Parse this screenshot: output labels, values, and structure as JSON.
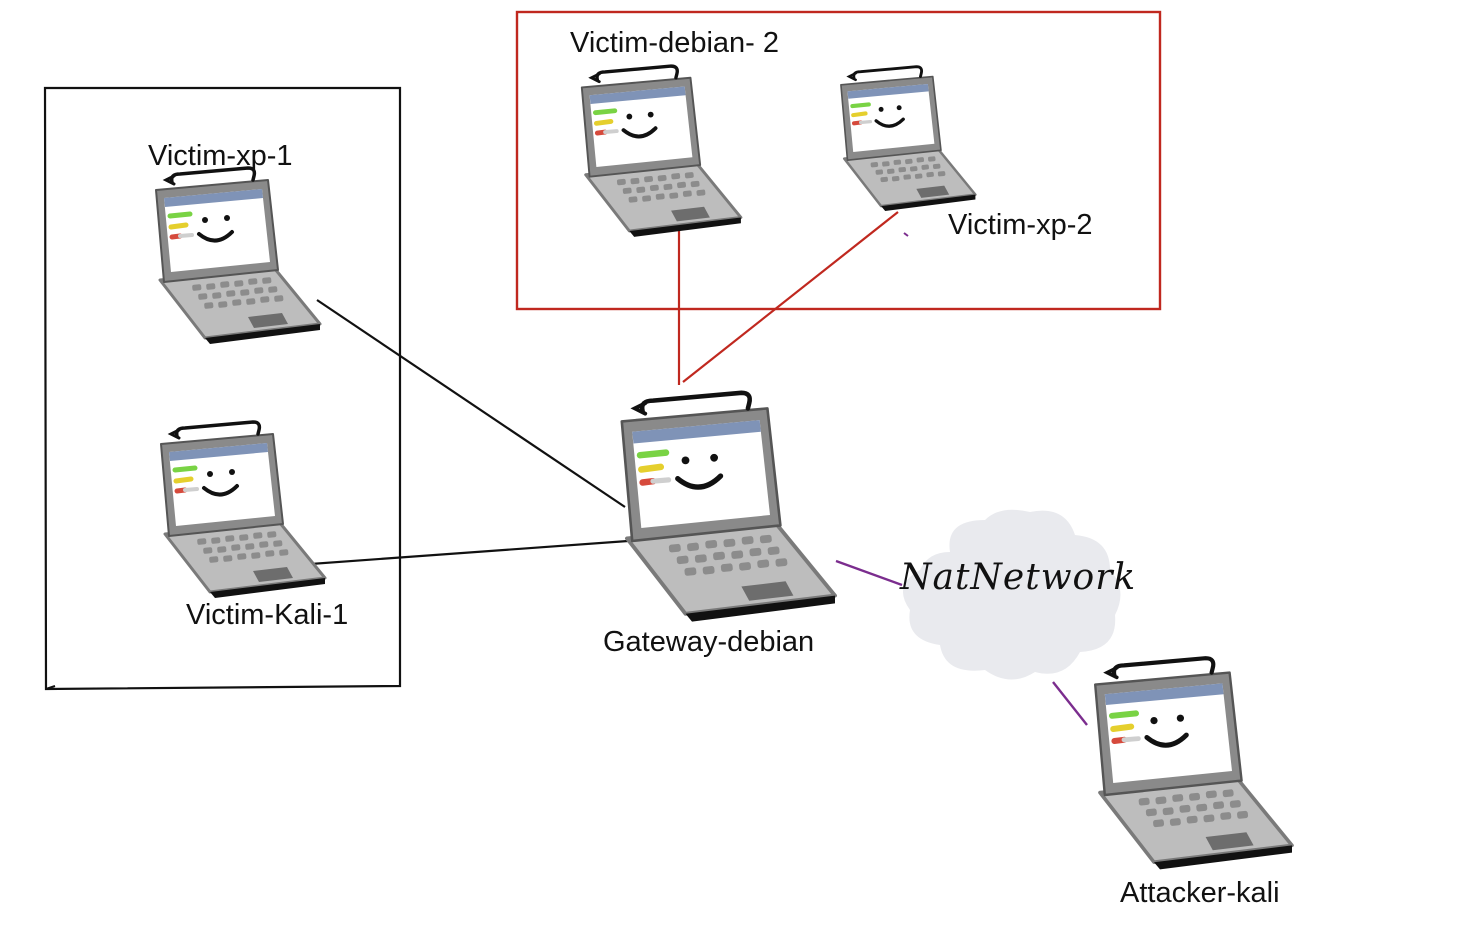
{
  "nodes": {
    "victim_xp_1": {
      "label": "Victim-xp-1"
    },
    "victim_kali_1": {
      "label": "Victim-Kali-1"
    },
    "victim_debian_2": {
      "label": "Victim-debian- 2"
    },
    "victim_xp_2": {
      "label": "Victim-xp-2"
    },
    "gateway_debian": {
      "label": "Gateway-debian"
    },
    "attacker_kali": {
      "label": "Attacker-kali"
    }
  },
  "cloud": {
    "label": "NatNetwork"
  },
  "colors": {
    "left_group_border": "#111111",
    "top_group_border": "#c0281f",
    "left_links": "#111111",
    "top_links": "#c0281f",
    "nat_links": "#7b2d8e",
    "cloud_fill": "#e9eaee",
    "laptop_body": "#bdbdbd",
    "laptop_frame": "#8a8a8a",
    "screen": "#ffffff",
    "screen_bar": "#7f93b7"
  },
  "icons": {
    "computer": "laptop-icon",
    "network": "cloud-icon"
  }
}
